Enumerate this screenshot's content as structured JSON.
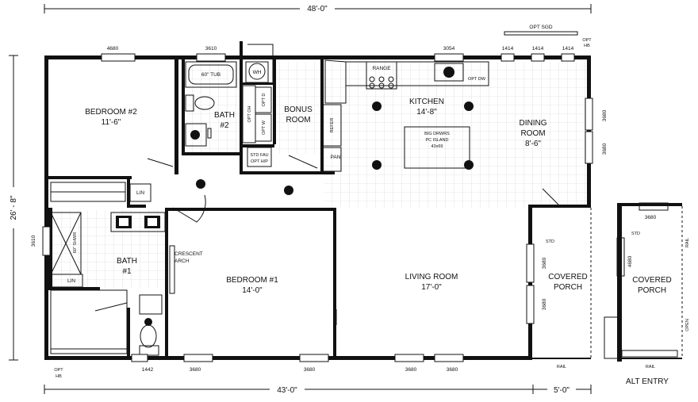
{
  "dimensions": {
    "top_overall": "48'-0\"",
    "bottom_main": "43'-0\"",
    "bottom_porch": "5'-0\"",
    "left_overall": "26' - 8\""
  },
  "rooms": {
    "bedroom2": {
      "name": "BEDROOM #2",
      "size": "11'-6\""
    },
    "bath2": {
      "name": "BATH",
      "number": "#2"
    },
    "bonus": {
      "name": "BONUS",
      "name2": "ROOM"
    },
    "kitchen": {
      "name": "KITCHEN",
      "size": "14'-8\""
    },
    "dining": {
      "name": "DINING",
      "name2": "ROOM",
      "size": "8'-6\""
    },
    "bath1": {
      "name": "BATH",
      "number": "#1"
    },
    "bedroom1": {
      "name": "BEDROOM #1",
      "size": "14'-0\""
    },
    "living": {
      "name": "LIVING ROOM",
      "size": "17'-0\""
    },
    "porch": {
      "name": "COVERED",
      "name2": "PORCH"
    },
    "alt_porch": {
      "name": "COVERED",
      "name2": "PORCH"
    },
    "alt_entry": "ALT ENTRY"
  },
  "labels": {
    "tub": "60\" TUB",
    "wh": "WH",
    "opt_oh": "OPT OH",
    "opt_d": "OPT D",
    "opt_w": "OPT W",
    "std_fau": "STD FAU",
    "opt_hp": "OPT H/P",
    "range": "RANGE",
    "opt_dw": "OPT DW",
    "refer": "REFER",
    "pan": "PAN",
    "island1": "BIG DRWRS",
    "island2": "PC ISLAND",
    "island3": "43x69",
    "lin_upper": "LIN",
    "lin_lower": "LIN",
    "shower": "60\" SHWR",
    "crescent1": "CRESCENT",
    "crescent2": "ARCH",
    "opt_sgd": "OPT SGD",
    "opt_hb_top1": "OPT",
    "opt_hb_top2": "HB",
    "opt_hb_bot1": "OPT",
    "opt_hb_bot2": "HB",
    "std_porch": "STD",
    "std_alt": "STD",
    "rail_porch": "RAIL",
    "rail_alt_bottom": "RAIL",
    "rail_alt_right": "RAIL",
    "open_alt": "OPEN"
  },
  "windows": {
    "w_4680_top": "4680",
    "w_3610_top": "3610",
    "w_3054_top": "3054",
    "w_1414_a": "1414",
    "w_1414_b": "1414",
    "w_1414_c": "1414",
    "w_3680_dining_a": "3680",
    "w_3680_dining_b": "3680",
    "w_3610_left": "3610",
    "w_1442_bottom": "1442",
    "w_3680_b1": "3680",
    "w_3680_b2": "3680",
    "w_3680_b3": "3680",
    "w_3680_b4": "3680",
    "w_3680_porch_a": "3680",
    "w_3680_porch_b": "3680",
    "w_3680_alt_top": "3680",
    "w_4680_alt": "4680"
  }
}
